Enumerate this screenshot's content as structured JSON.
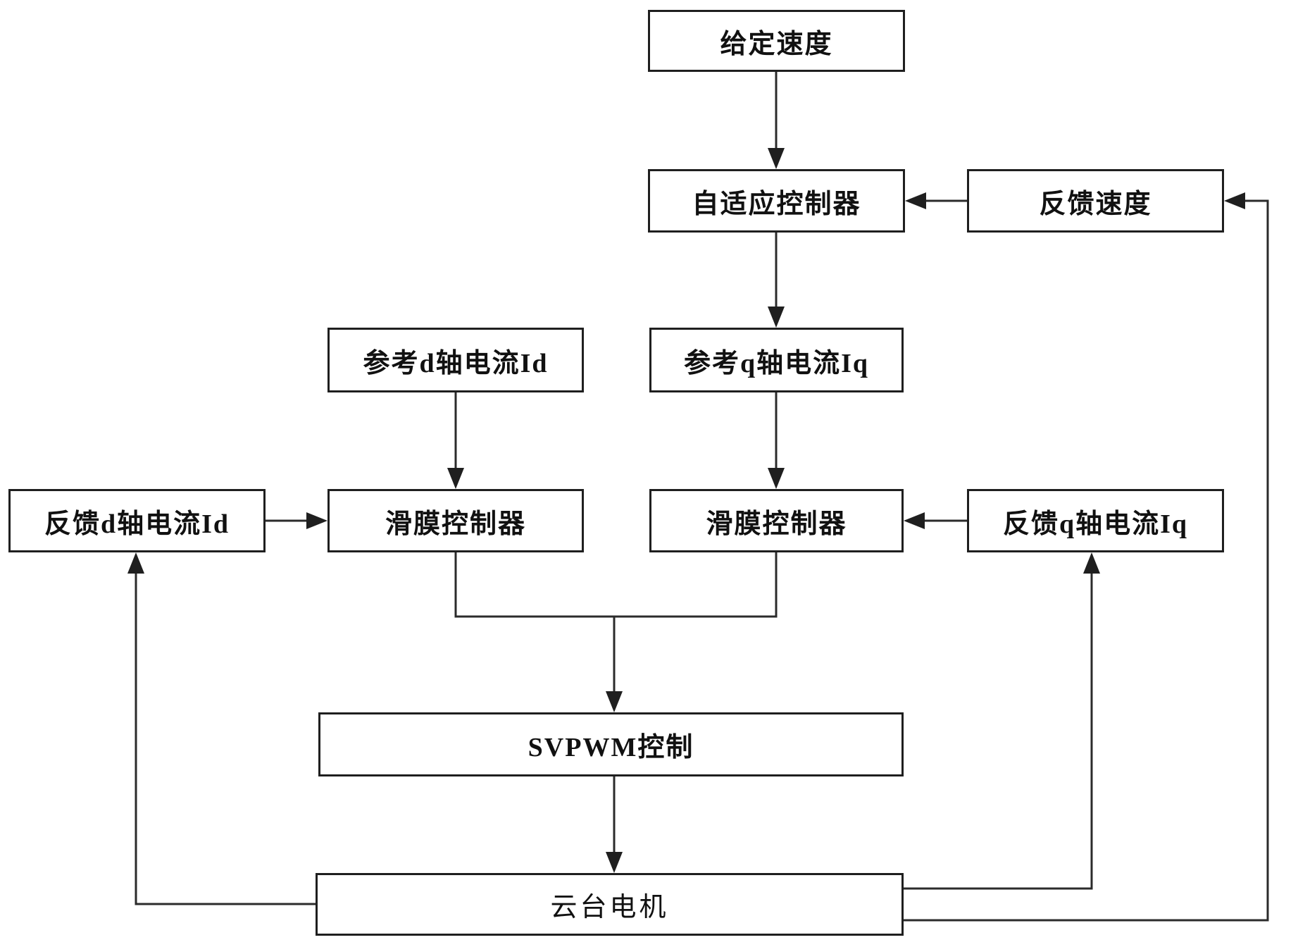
{
  "diagram": {
    "type": "flowchart",
    "background_color": "#ffffff",
    "line_color": "#2b2b2b",
    "box_border_color": "#1f1f1f",
    "text_color": "#111111",
    "nodes": {
      "given_speed": {
        "label": "给定速度"
      },
      "adaptive_controller": {
        "label": "自适应控制器"
      },
      "feedback_speed": {
        "label": "反馈速度"
      },
      "ref_d_current": {
        "label": "参考d轴电流Id"
      },
      "ref_q_current": {
        "label": "参考q轴电流Iq"
      },
      "feedback_d_current": {
        "label": "反馈d轴电流Id"
      },
      "sliding_mode_controller_left": {
        "label": "滑膜控制器"
      },
      "sliding_mode_controller_right": {
        "label": "滑膜控制器"
      },
      "feedback_q_current": {
        "label": "反馈q轴电流Iq"
      },
      "svpwm_control": {
        "label": "SVPWM控制"
      },
      "gimbal_motor": {
        "label": "云台电机"
      }
    },
    "connections": [
      {
        "from": "given_speed",
        "to": "adaptive_controller",
        "arrow": "down"
      },
      {
        "from": "feedback_speed",
        "to": "adaptive_controller",
        "arrow": "left"
      },
      {
        "from": "adaptive_controller",
        "to": "ref_q_current",
        "arrow": "down"
      },
      {
        "from": "ref_d_current",
        "to": "sliding_mode_controller_left",
        "arrow": "down"
      },
      {
        "from": "ref_q_current",
        "to": "sliding_mode_controller_right",
        "arrow": "down"
      },
      {
        "from": "feedback_d_current",
        "to": "sliding_mode_controller_left",
        "arrow": "right"
      },
      {
        "from": "feedback_q_current",
        "to": "sliding_mode_controller_right",
        "arrow": "left"
      },
      {
        "from": "sliding_mode_controller_left",
        "to": "svpwm_control",
        "arrow": "down-merged"
      },
      {
        "from": "sliding_mode_controller_right",
        "to": "svpwm_control",
        "arrow": "down-merged"
      },
      {
        "from": "svpwm_control",
        "to": "gimbal_motor",
        "arrow": "down"
      },
      {
        "from": "gimbal_motor",
        "to": "feedback_d_current",
        "arrow": "up"
      },
      {
        "from": "gimbal_motor",
        "to": "feedback_q_current",
        "arrow": "up"
      },
      {
        "from": "gimbal_motor",
        "to": "feedback_speed",
        "arrow": "up-left"
      }
    ]
  }
}
